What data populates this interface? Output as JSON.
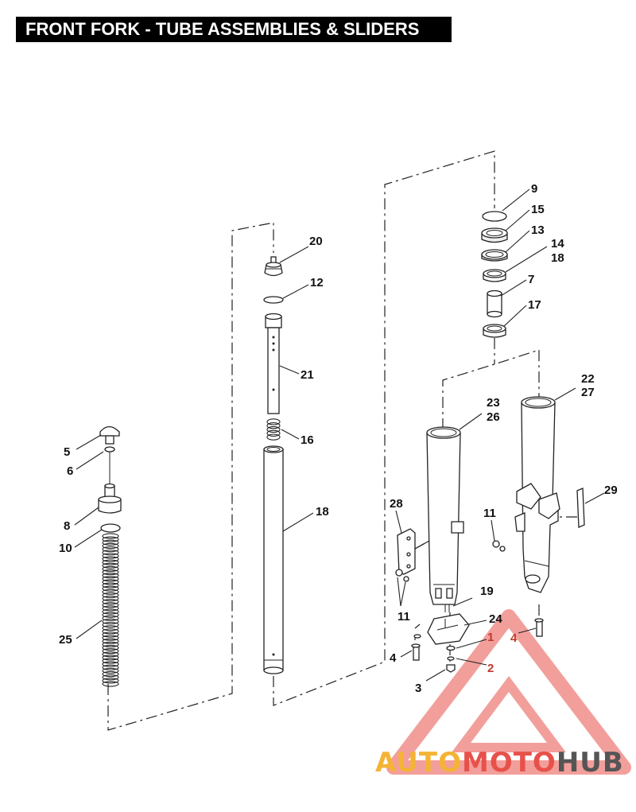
{
  "header": {
    "title": "FRONT FORK - TUBE ASSEMBLIES & SLIDERS"
  },
  "callouts": {
    "c1": "1",
    "c2": "2",
    "c3": "3",
    "c4a": "4",
    "c4b": "4",
    "c5": "5",
    "c6": "6",
    "c7": "7",
    "c8": "8",
    "c9": "9",
    "c10": "10",
    "c11a": "11",
    "c11b": "11",
    "c12": "12",
    "c13": "13",
    "c14": "14",
    "c15": "15",
    "c16": "16",
    "c17": "17",
    "c18a": "18",
    "c18b": "18",
    "c19": "19",
    "c20": "20",
    "c21": "21",
    "c22": "22",
    "c23": "23",
    "c24": "24",
    "c25": "25",
    "c26": "26",
    "c27": "27",
    "c28": "28",
    "c29": "29"
  },
  "watermark": {
    "part1": "AUTO",
    "part2": "MOTO",
    "part3": "HUB",
    "color_orange": "#f5b335",
    "color_red": "#e8514a",
    "color_gray": "#555555"
  }
}
